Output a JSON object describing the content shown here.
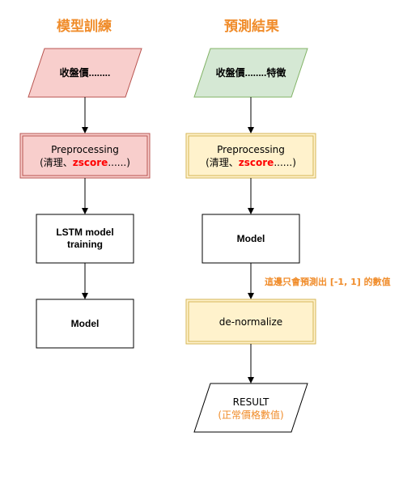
{
  "left_column": {
    "title": "模型訓練",
    "input": "收盤價........",
    "preprocess_line1": "Preprocessing",
    "preprocess_line2_a": "(清理、",
    "preprocess_line2_b": "zscore",
    "preprocess_line2_c": "......)",
    "train_line1": "LSTM model",
    "train_line2": "training",
    "output": "Model"
  },
  "right_column": {
    "title": "預測結果",
    "input": "收盤價........特徵",
    "preprocess_line1": "Preprocessing",
    "preprocess_line2_a": "(清理、",
    "preprocess_line2_b": "zscore",
    "preprocess_line2_c": "......)",
    "model": "Model",
    "note": "這邊只會預測出 [-1, 1] 的數值",
    "denormalize": "de-normalize",
    "result_line1": "RESULT",
    "result_line2": "(正常價格數值)"
  },
  "colors": {
    "accent_orange": "#f08c2a",
    "red_fill": "#f8cecc",
    "red_stroke": "#b85450",
    "green_fill": "#d5e8d4",
    "green_stroke": "#82b366",
    "yellow_fill": "#fff2cc",
    "yellow_stroke": "#d6b656",
    "highlight_red": "#ff0000"
  }
}
